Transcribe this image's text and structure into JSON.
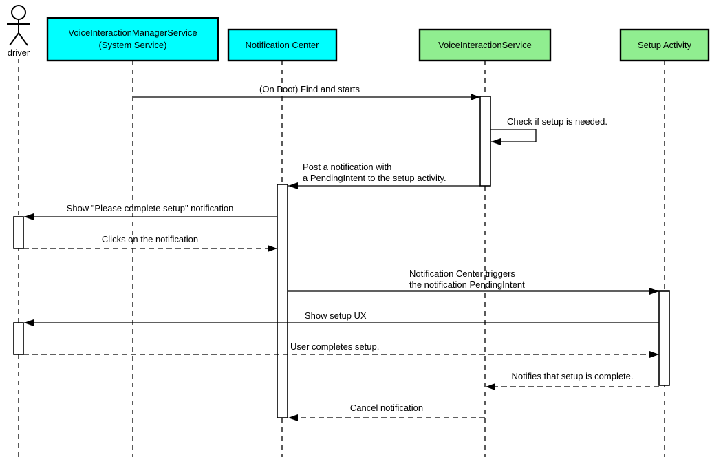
{
  "diagram": {
    "kind": "uml-sequence-diagram",
    "colors": {
      "participant_cyan": "#00FFFF",
      "participant_green": "#90EE90",
      "line": "#000000",
      "background": "#FFFFFF"
    },
    "participants": [
      {
        "id": "driver",
        "kind": "actor",
        "label": "driver"
      },
      {
        "id": "voice-interaction-manager-service",
        "kind": "participant",
        "label_line1": "VoiceInteractionManagerService",
        "label_line2": "(System Service)",
        "fill": "#00FFFF"
      },
      {
        "id": "notification-center",
        "kind": "participant",
        "label": "Notification Center",
        "fill": "#00FFFF"
      },
      {
        "id": "voice-interaction-service",
        "kind": "participant",
        "label": "VoiceInteractionService",
        "fill": "#90EE90"
      },
      {
        "id": "setup-activity",
        "kind": "participant",
        "label": "Setup Activity",
        "fill": "#90EE90"
      }
    ],
    "messages": [
      {
        "from": "voice-interaction-manager-service",
        "to": "voice-interaction-service",
        "line": "solid",
        "label": "(On Boot) Find and starts"
      },
      {
        "from": "voice-interaction-service",
        "to": "voice-interaction-service",
        "line": "solid",
        "self_message": true,
        "label": "Check if setup is needed."
      },
      {
        "from": "voice-interaction-service",
        "to": "notification-center",
        "line": "solid",
        "label_line1": "Post a notification with",
        "label_line2": "a PendingIntent to the setup activity."
      },
      {
        "from": "notification-center",
        "to": "driver",
        "line": "solid",
        "label": "Show \"Please complete setup\" notification"
      },
      {
        "from": "driver",
        "to": "notification-center",
        "line": "dashed",
        "label": "Clicks on the notification"
      },
      {
        "from": "notification-center",
        "to": "setup-activity",
        "line": "solid",
        "label_line1": "Notification Center triggers",
        "label_line2": "the notification PendingIntent"
      },
      {
        "from": "setup-activity",
        "to": "driver",
        "line": "solid",
        "label": "Show setup UX"
      },
      {
        "from": "driver",
        "to": "setup-activity",
        "line": "dashed",
        "label": "User completes setup."
      },
      {
        "from": "setup-activity",
        "to": "voice-interaction-service",
        "line": "dashed",
        "label": "Notifies that setup is complete."
      },
      {
        "from": "voice-interaction-service",
        "to": "notification-center",
        "line": "dashed",
        "label": "Cancel notification"
      }
    ]
  }
}
